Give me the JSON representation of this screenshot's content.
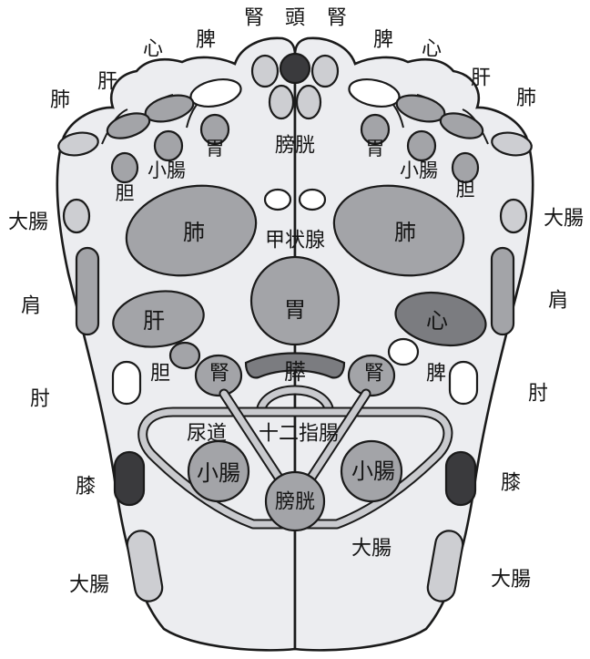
{
  "colors": {
    "background": "#ffffff",
    "foot_fill": "#ecedf0",
    "zone_dark": "#7b7c80",
    "zone_mid": "#a3a4a8",
    "zone_light": "#cdced2",
    "zone_black": "#3a3a3d",
    "outline": "#1a1a1a"
  },
  "labels": {
    "kidney_top_left": "腎",
    "head_top": "頭",
    "kidney_top_right": "腎",
    "spleen_toe_left": "脾",
    "heart_toe_left": "心",
    "liver_toe_left": "肝",
    "lung_toe_left": "肺",
    "spleen_toe_right": "脾",
    "heart_toe_right": "心",
    "liver_toe_right": "肝",
    "lung_toe_right": "肺",
    "stomach_toe_left": "胃",
    "stomach_toe_right": "胃",
    "bladder_top": "膀胱",
    "small_intestine_toe_left": "小腸",
    "small_intestine_toe_right": "小腸",
    "gallbladder_toe_left": "胆",
    "gallbladder_toe_right": "胆",
    "large_intestine_side_left": "大腸",
    "large_intestine_side_right": "大腸",
    "lung_main_left": "肺",
    "lung_main_right": "肺",
    "thyroid": "甲状腺",
    "shoulder_left": "肩",
    "shoulder_right": "肩",
    "stomach_center": "胃",
    "liver_main": "肝",
    "heart_main": "心",
    "gallbladder_main": "胆",
    "kidney_left": "腎",
    "pancreas": "膵",
    "kidney_right": "腎",
    "spleen_main": "脾",
    "elbow_left": "肘",
    "elbow_right": "肘",
    "urethra": "尿道",
    "duodenum": "十二指腸",
    "small_intestine_left": "小腸",
    "small_intestine_right": "小腸",
    "knee_left": "膝",
    "knee_right": "膝",
    "bladder_center": "膀胱",
    "large_intestine_bottom": "大腸",
    "large_intestine_bottom_left": "大腸",
    "large_intestine_bottom_right": "大腸"
  }
}
